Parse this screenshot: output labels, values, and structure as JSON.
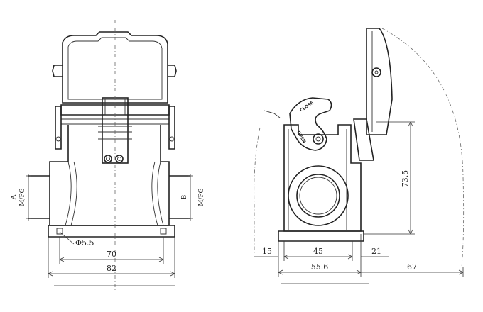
{
  "front_view": {
    "label_a": "A",
    "label_a_sub": "M/PG",
    "label_b": "B",
    "label_b_sub": "M/PG",
    "hole_dia": "Φ5.5",
    "dim_70": "70",
    "dim_82": "82"
  },
  "side_view": {
    "dim_15": "15",
    "dim_45": "45",
    "dim_21": "21",
    "dim_55_6": "55.6",
    "dim_67": "67",
    "dim_73_5": "73.5",
    "lever_close": "CLOSE",
    "lever_open": "OPEN"
  }
}
